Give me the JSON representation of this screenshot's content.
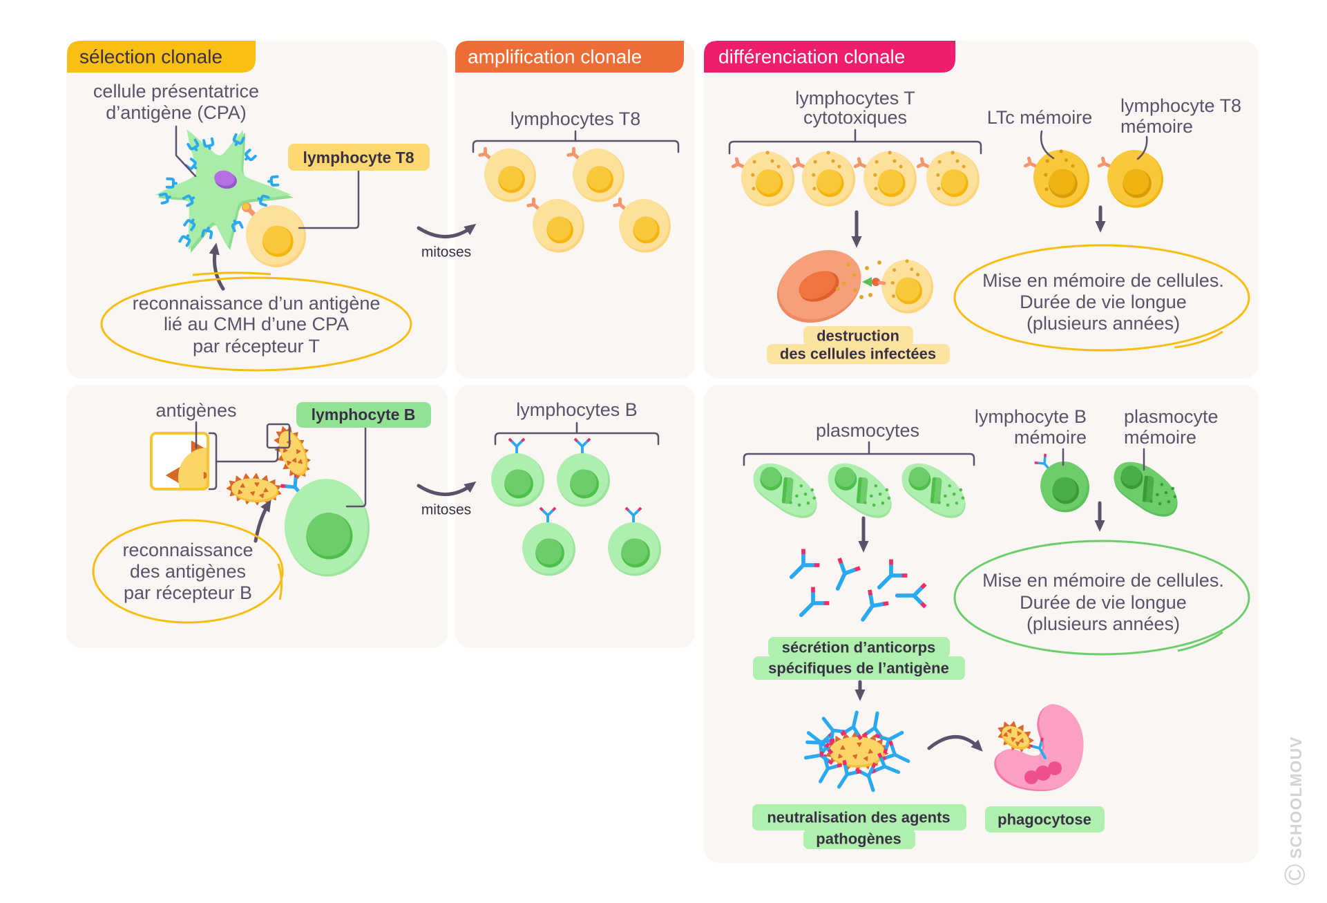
{
  "stages": {
    "selection": {
      "title": "sélection clonale",
      "color": "#f9bf14",
      "title_color": "#3a3044"
    },
    "amplification": {
      "title": "amplification clonale",
      "color": "#ee6c35",
      "title_color": "#ffffff"
    },
    "differenciation": {
      "title": "différenciation clonale",
      "color": "#ee1d6e",
      "title_color": "#ffffff"
    }
  },
  "t_response": {
    "selection": {
      "cpa_label": [
        "cellule présentatrice",
        "d’antigène (CPA)"
      ],
      "lymphocyte_tag": "lymphocyte T8",
      "recognition_note": [
        "reconnaissance d’un antigène",
        "lié au CMH d’une CPA",
        "par récepteur T"
      ]
    },
    "transition_label": "mitoses",
    "amplification": {
      "group_label": "lymphocytes T8",
      "cell_count": 4
    },
    "differenciation": {
      "effector_label": [
        "lymphocytes T",
        "cytotoxiques"
      ],
      "effector_count": 4,
      "effect_tag": [
        "destruction",
        "des cellules infectées"
      ],
      "ltc_memory_label": "LTc mémoire",
      "t8_memory_label": [
        "lymphocyte T8",
        "mémoire"
      ],
      "memory_note": [
        "Mise en mémoire de cellules.",
        "Durée de vie longue",
        "(plusieurs années)"
      ]
    }
  },
  "b_response": {
    "selection": {
      "antigens_label": "antigènes",
      "lymphocyte_tag": "lymphocyte B",
      "recognition_note": [
        "reconnaissance",
        "des antigènes",
        "par récepteur B"
      ]
    },
    "transition_label": "mitoses",
    "amplification": {
      "group_label": "lymphocytes B",
      "cell_count": 4
    },
    "differenciation": {
      "plasmocytes_label": "plasmocytes",
      "plasmocyte_count": 3,
      "secretion_tag": [
        "sécrétion d’anticorps",
        "spécifiques de l’antigène"
      ],
      "b_memory_label": [
        "lymphocyte B",
        "mémoire"
      ],
      "plasmocyte_memory_label": [
        "plasmocyte",
        "mémoire"
      ],
      "memory_note": [
        "Mise en mémoire de cellules.",
        "Durée de vie longue",
        "(plusieurs années)"
      ],
      "neutralisation_tag": [
        "neutralisation des agents",
        "pathogènes"
      ],
      "phagocytose_tag": "phagocytose"
    }
  },
  "watermark": {
    "symbol": "©",
    "brand": "SCHOOLMOUV"
  },
  "colors": {
    "text": "#5d5069",
    "tag_text": "#3a3044",
    "panel": "#f9f6f3",
    "t_tag": "#fdd86e",
    "t_effect_tag": "#fde3a0",
    "b_tag": "#93e294",
    "b_effect_tag": "#aff0ae",
    "note_t": "#f8bd12",
    "note_b": "#6dcd6b",
    "arrow": "#5d5069",
    "antibody": "#2aa9f0",
    "antibody_tip": "#ef2d6b",
    "receptor_t": "#f4956b",
    "antigen": "#fcd568",
    "antigen_shade": "#f5bf3c",
    "spike": "#d9692a",
    "cpa": "#a8eca8",
    "cpa_shade": "#8edd8e",
    "cpa_receptor": "#2aa9f0",
    "cpa_nucleus": "#b56fe4",
    "cpa_nucleus_dark": "#9655cc",
    "t_cell": {
      "rim": "#fbd47c",
      "body": "#fde09a",
      "nucleus": "#f9c83b",
      "nucleus_dark": "#f5b50c",
      "granule": "#e2a52c"
    },
    "t_memory": {
      "rim": "#f2b712",
      "body": "#f9c83b",
      "nucleus": "#eeb311",
      "nucleus_dark": "#d99b07",
      "granule": "#d99a0c"
    },
    "b_cell": {
      "rim": "#9ce49b",
      "body": "#aeeeae",
      "nucleus": "#6dcd6b",
      "nucleus_dark": "#4fbf4c"
    },
    "b_memory": {
      "rim": "#5cc05a",
      "body": "#6dcd6b",
      "nucleus": "#4aae47",
      "nucleus_dark": "#3a9a37"
    },
    "infected": "#f5a07b",
    "infected_rim": "#ee8a62",
    "infected_nucleus": "#ef7440",
    "infected_nucleus_dark": "#e0602c",
    "phagocyte": "#f9a0c4",
    "phagocyte_rim": "#f47aa9",
    "phagocyte_inner": "#ee4f8e",
    "synapse": "#5cc05a"
  }
}
